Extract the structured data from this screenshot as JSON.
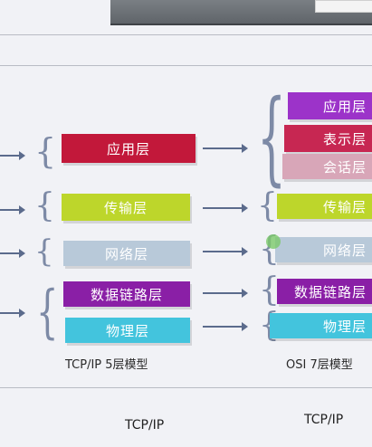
{
  "diagram": {
    "tcpip_layers": [
      {
        "label": "应用层",
        "color": "#c2183a"
      },
      {
        "label": "传输层",
        "color": "#bdd62b"
      },
      {
        "label": "网络层",
        "color": "#b8c9d9"
      },
      {
        "label": "数据链路层",
        "color": "#8a1fa6"
      },
      {
        "label": "物理层",
        "color": "#43c4dd"
      }
    ],
    "osi_layers": [
      {
        "label": "应用层",
        "color": "#9c33c9"
      },
      {
        "label": "表示层",
        "color": "#c72752"
      },
      {
        "label": "会话层",
        "color": "#d8a6b8"
      },
      {
        "label": "传输层",
        "color": "#bdd62b"
      },
      {
        "label": "网络层",
        "color": "#b8c9d9"
      },
      {
        "label": "数据链路层",
        "color": "#8a1fa6"
      },
      {
        "label": "物理层",
        "color": "#43c4dd"
      }
    ],
    "tcpip_caption": "TCP/IP 5层模型",
    "osi_caption": "OSI 7层模型"
  },
  "footer": {
    "left_label": "TCP/IP",
    "right_label": "TCP/IP"
  }
}
